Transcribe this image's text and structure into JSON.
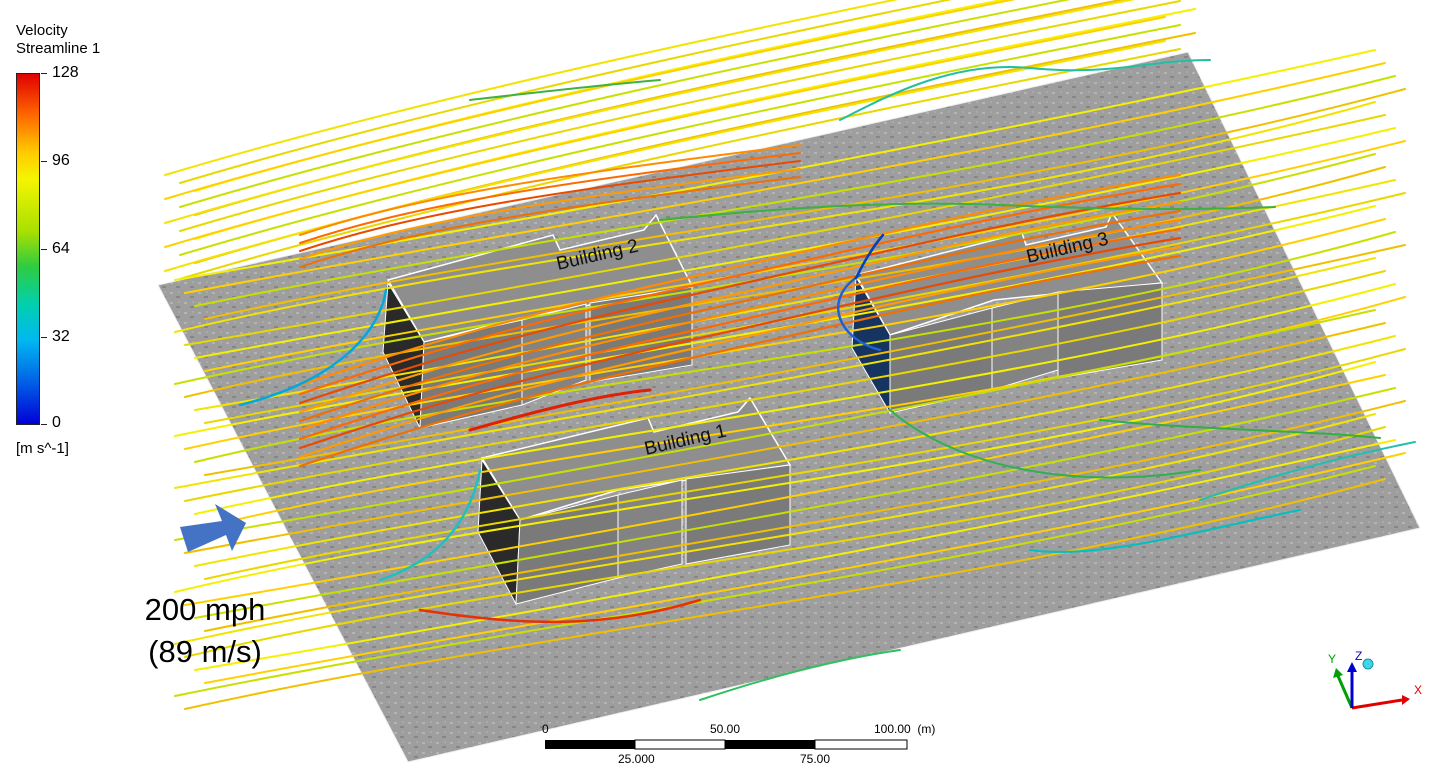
{
  "legend": {
    "title_line1": "Velocity",
    "title_line2": "Streamline 1",
    "ticks": [
      "128",
      "96",
      "64",
      "32",
      "0"
    ],
    "unit": "[m s^-1]"
  },
  "buildings": [
    {
      "label": "Building 2"
    },
    {
      "label": "Building 3"
    },
    {
      "label": "Building 1"
    }
  ],
  "inflow": {
    "line1": "200 mph",
    "line2": "(89 m/s)",
    "arrow_color": "#4472c4"
  },
  "scale_bar": {
    "top_labels": [
      "0",
      "50.00",
      "100.00  (m)"
    ],
    "bottom_labels": [
      "25.000",
      "75.00"
    ]
  },
  "axes": {
    "x": "X",
    "y": "Y",
    "z": "Z",
    "x_color": "#e00000",
    "y_color": "#00a000",
    "z_color": "#0000d0"
  },
  "colors": {
    "ground": "#9c9c9c",
    "building_top": "#8c8c8c",
    "building_side": "#777777",
    "building_shadow": "#222222"
  }
}
